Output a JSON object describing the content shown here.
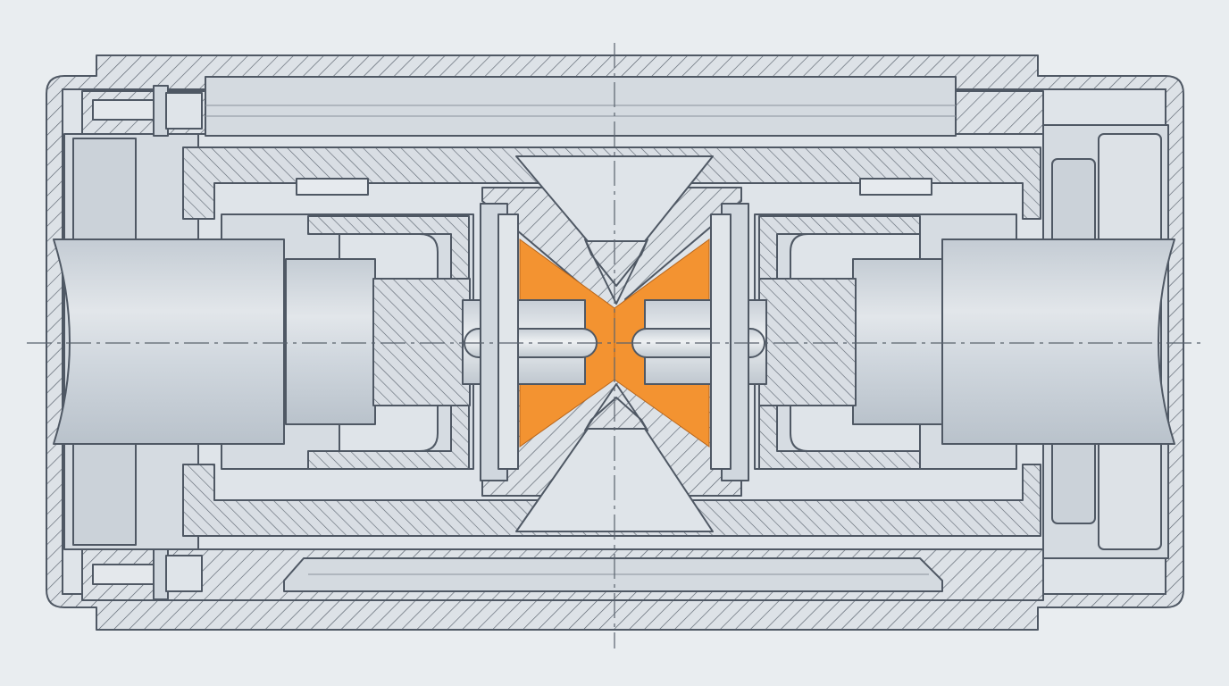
{
  "colors": {
    "background": "#e9edf0",
    "line": "#4f5864",
    "part_fill": "#d7dde3",
    "part_light": "#e4e8ec",
    "shaft_fill": "#c9d0d8",
    "hatch": "#58616c",
    "highlight": "#f39331",
    "centerline": "#59626d"
  },
  "icons": {
    "housing": "hatched-housing-section",
    "shaft": "cylindrical-shaft",
    "highlight": "orange-highlighted-chamber",
    "centerline": "dash-dot-centerline"
  }
}
